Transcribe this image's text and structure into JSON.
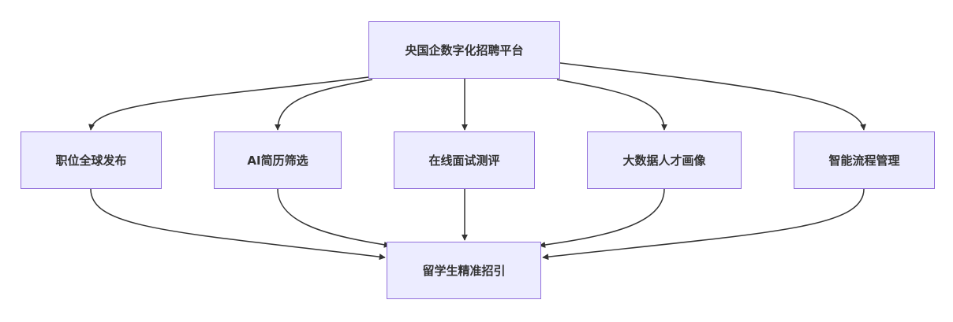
{
  "diagram": {
    "top": {
      "label": "央国企数字化招聘平台"
    },
    "features": [
      {
        "label": "职位全球发布"
      },
      {
        "label": "AI简历筛选"
      },
      {
        "label": "在线面试测评"
      },
      {
        "label": "大数据人才画像"
      },
      {
        "label": "智能流程管理"
      }
    ],
    "bottom": {
      "label": "留学生精准招引"
    },
    "colors": {
      "node_fill": "#ececff",
      "node_border": "#9370db",
      "edge": "#333333",
      "text": "#333333"
    }
  }
}
